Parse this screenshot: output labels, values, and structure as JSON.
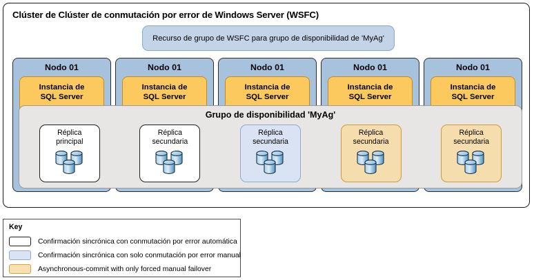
{
  "cluster": {
    "title": "Clúster de Clúster de conmutación por error de Windows Server (WSFC)",
    "resource_label": "Recurso de grupo de WSFC para grupo de disponibilidad de 'MyAg'"
  },
  "availability_group": {
    "title": "Grupo de disponibilidad 'MyAg'"
  },
  "nodes": [
    {
      "label": "Nodo 01",
      "instance_label": "Instancia de\nSQL Server",
      "instance_line1": "Instancia de",
      "instance_line2": "SQL Server",
      "replica_line1": "Réplica",
      "replica_line2": "principal",
      "replica_mode": "sync-auto"
    },
    {
      "label": "Nodo 01",
      "instance_line1": "Instancia de",
      "instance_line2": "SQL Server",
      "replica_line1": "Réplica",
      "replica_line2": "secundaria",
      "replica_mode": "sync-auto"
    },
    {
      "label": "Nodo 01",
      "instance_line1": "Instancia de",
      "instance_line2": "SQL Server",
      "replica_line1": "Réplica",
      "replica_line2": "secundaria",
      "replica_mode": "sync-manual"
    },
    {
      "label": "Nodo 01",
      "instance_line1": "Instancia de",
      "instance_line2": "SQL Server",
      "replica_line1": "Réplica",
      "replica_line2": "secundaria",
      "replica_mode": "async"
    },
    {
      "label": "Nodo 01",
      "instance_line1": "Instancia de",
      "instance_line2": "SQL Server",
      "replica_line1": "Réplica",
      "replica_line2": "secundaria",
      "replica_mode": "async"
    }
  ],
  "key": {
    "title": "Key",
    "items": [
      {
        "mode": "sync-auto",
        "text": "Confirmación sincrónica con conmutación por error automática"
      },
      {
        "mode": "sync-manual",
        "text": "Confirmación sincrónica con solo conmutación por error manual"
      },
      {
        "mode": "async",
        "text": "Asynchronous-commit with only forced manual failover"
      }
    ]
  },
  "colors": {
    "node_fill": "#a7c2dd",
    "instance_fill": "#fcc95f",
    "ag_fill": "#e7e6e4",
    "resource_fill": "#c3d4e9",
    "replica_sync_auto": "#ffffff",
    "replica_sync_manual": "#dae3f3",
    "replica_async": "#f6ddae",
    "database_cylinder": "#6fa8d0"
  },
  "icons": {
    "database_stack": "database-stack-icon"
  }
}
